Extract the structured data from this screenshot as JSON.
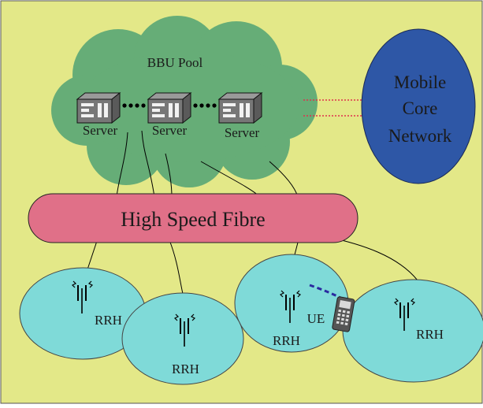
{
  "pool": {
    "label": "BBU Pool"
  },
  "servers": [
    {
      "label": "Server"
    },
    {
      "label": "Server"
    },
    {
      "label": "Server"
    }
  ],
  "core": {
    "line1": "Mobile",
    "line2": "Core",
    "line3": "Network"
  },
  "fibre": {
    "label": "High Speed Fibre"
  },
  "rrh": [
    {
      "label": "RRH"
    },
    {
      "label": "RRH"
    },
    {
      "label": "RRH"
    },
    {
      "label": "RRH"
    }
  ],
  "ue": {
    "label": "UE"
  },
  "colors": {
    "background": "#e3e888",
    "cloud": "#66ad77",
    "core": "#2e57a6",
    "fibre": "#e07088",
    "cell": "#7fdad8",
    "link_dotted": "#e0304c",
    "ue_link": "#2a2aa0"
  }
}
